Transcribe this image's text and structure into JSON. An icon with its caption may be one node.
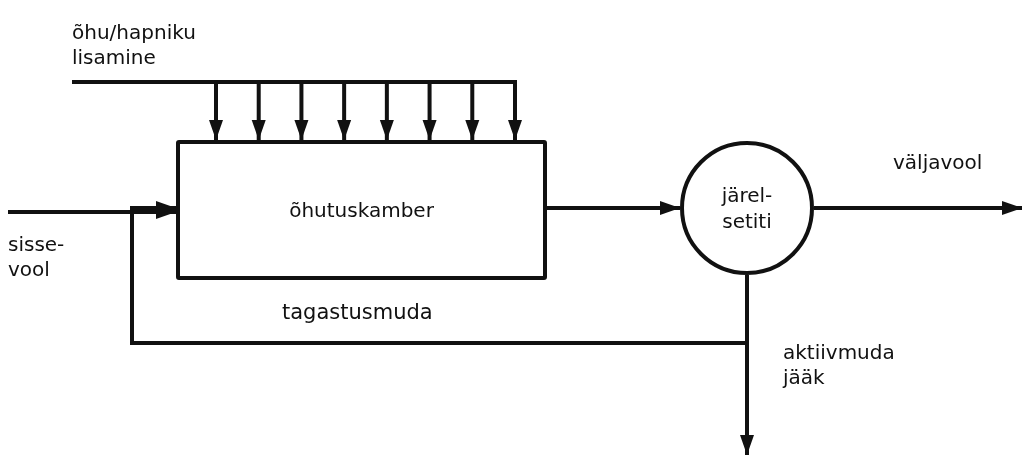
{
  "diagram": {
    "nodes": [
      {
        "text": [
          "õhutuskamber"
        ]
      },
      {
        "text": [
          "järel- setiti"
        ]
      }
    ],
    "edges": [
      {
        "from": null,
        "to": 0,
        "arrow": "to"
      },
      {
        "from": null,
        "to": 0,
        "arrow": "to"
      },
      {
        "from": null,
        "to": 0,
        "arrow": "to"
      },
      {
        "from": null,
        "to": 0,
        "arrow": "to"
      },
      {
        "from": null,
        "to": 0,
        "arrow": "to"
      },
      {
        "from": null,
        "to": 0,
        "arrow": "to"
      },
      {
        "from": null,
        "to": 0,
        "arrow": "to"
      },
      {
        "from": null,
        "to": 0,
        "arrow": "to"
      },
      {
        "from": null,
        "to": 0,
        "arrow": "to"
      },
      {
        "from": 0,
        "to": 1,
        "arrow": "to"
      },
      {
        "from": 1,
        "to": null,
        "arrow": "to"
      },
      {
        "from": 1,
        "to": null,
        "arrow": "to"
      },
      {
        "from": 1,
        "to": 0,
        "arrow": "to",
        "label": "tagastusmuda"
      }
    ],
    "labels": [
      "õhu/hapniku lisamine",
      "sisse- vool",
      "väljavool",
      "aktiivmuda jääk"
    ]
  }
}
